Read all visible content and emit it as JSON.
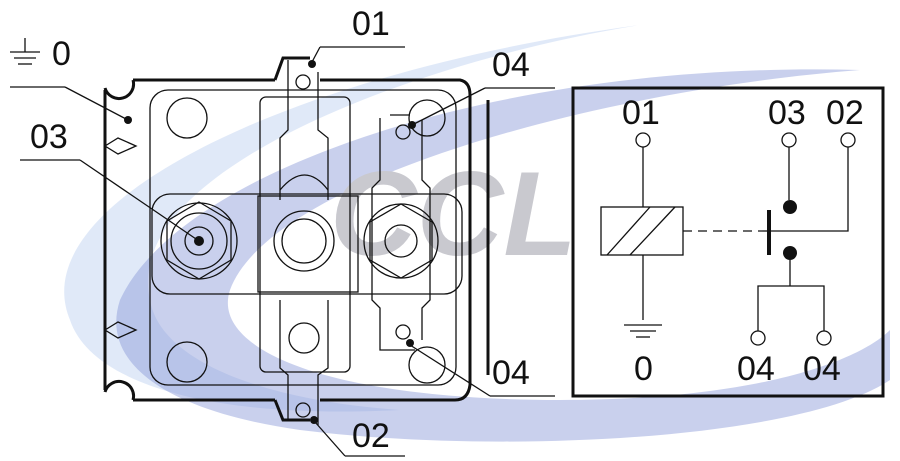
{
  "watermark": {
    "text": "CCL",
    "swoosh_color": "#5d73c4",
    "text_color": "#c9c9cf"
  },
  "terminal_view": {
    "labels": {
      "ground": "0",
      "t01": "01",
      "t04_top": "04",
      "t03": "03",
      "t04_bottom": "04",
      "t02": "02"
    }
  },
  "schematic": {
    "labels": {
      "t01": "01",
      "t03": "03",
      "t02": "02",
      "ground": "0",
      "t04_left": "04",
      "t04_right": "04"
    }
  }
}
